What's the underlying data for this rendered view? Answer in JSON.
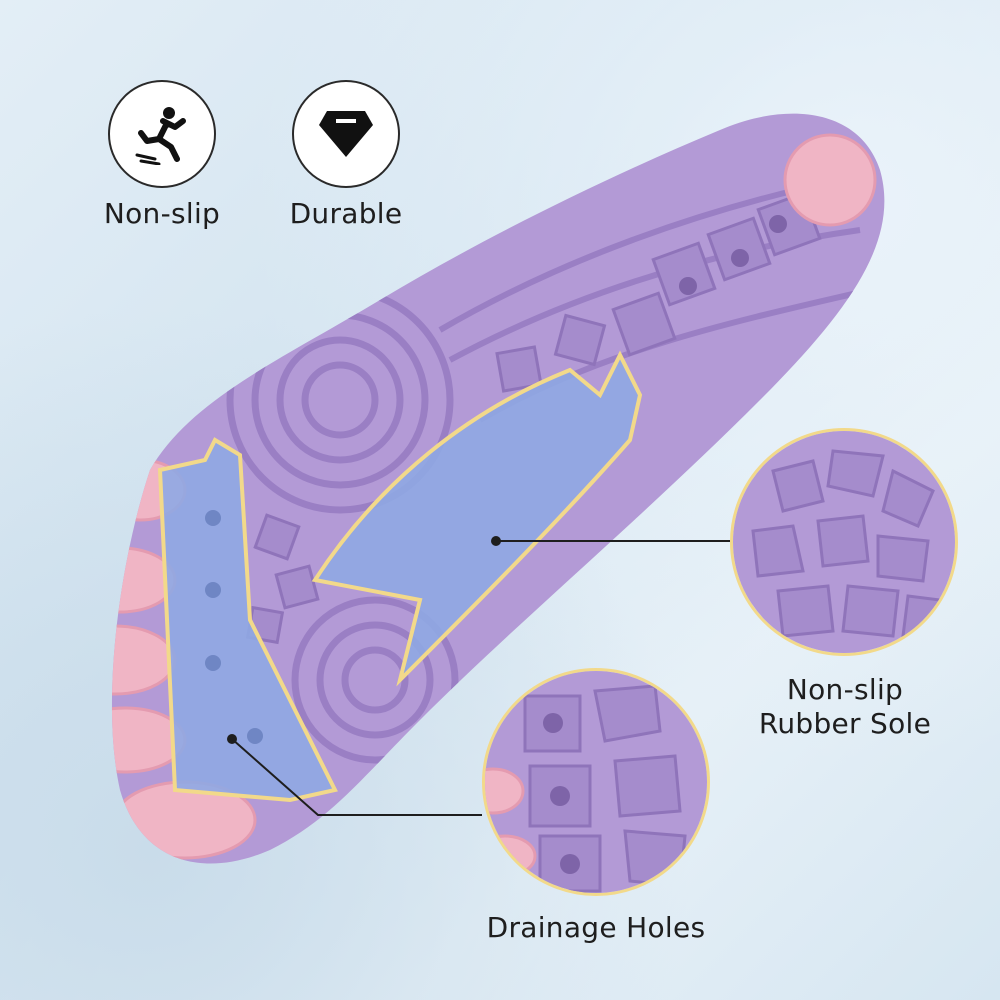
{
  "features": [
    {
      "label": "Non-slip",
      "icon": "slip-person-icon"
    },
    {
      "label": "Durable",
      "icon": "diamond-icon"
    }
  ],
  "callouts": {
    "sole": {
      "line1": "Non-slip",
      "line2": "Rubber Sole"
    },
    "holes": {
      "label": "Drainage Holes"
    }
  },
  "colors": {
    "sole_purple": "#b39ad6",
    "sole_dark": "#9a7fc4",
    "highlight_blue": "#8fa9e3",
    "toe_pink": "#f0b5c5",
    "outline_yellow": "#f2d98a"
  }
}
